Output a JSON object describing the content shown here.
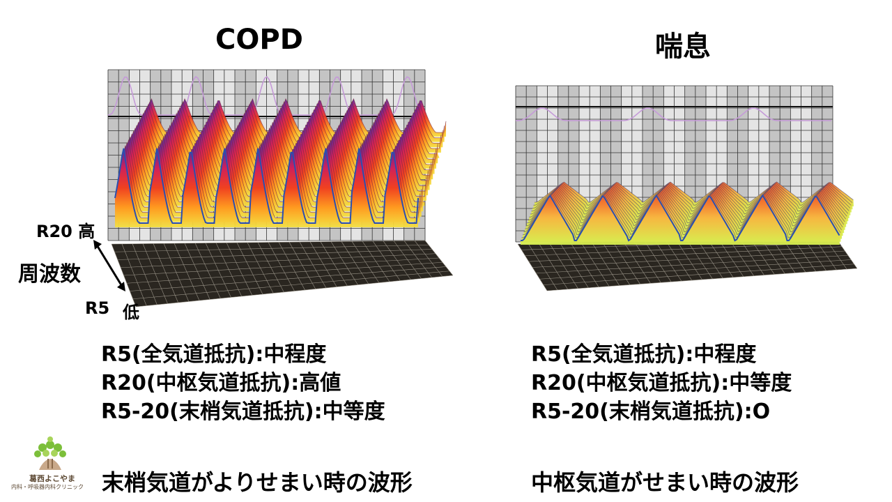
{
  "copd": {
    "title": "COPD",
    "lines": [
      "R5(全気道抵抗):中程度",
      "R20(中枢気道抵抗):高値",
      "R5-20(末梢気道抵抗):中等度"
    ],
    "caption": "末梢気道がよりせまい時の波形"
  },
  "asthma": {
    "title": "喘息",
    "lines": [
      "R5(全気道抵抗):中程度",
      "R20(中枢気道抵抗):中等度",
      "R5-20(末梢気道抵抗):O"
    ],
    "caption": "中枢気道がせまい時の波形"
  },
  "axis": {
    "top": "R20 高",
    "middle": "周波数",
    "bottom_left": "R5",
    "bottom_right": "低"
  },
  "logo": {
    "name": "葛西よこやま",
    "sub": "内科・呼吸器内科クリニック"
  }
}
